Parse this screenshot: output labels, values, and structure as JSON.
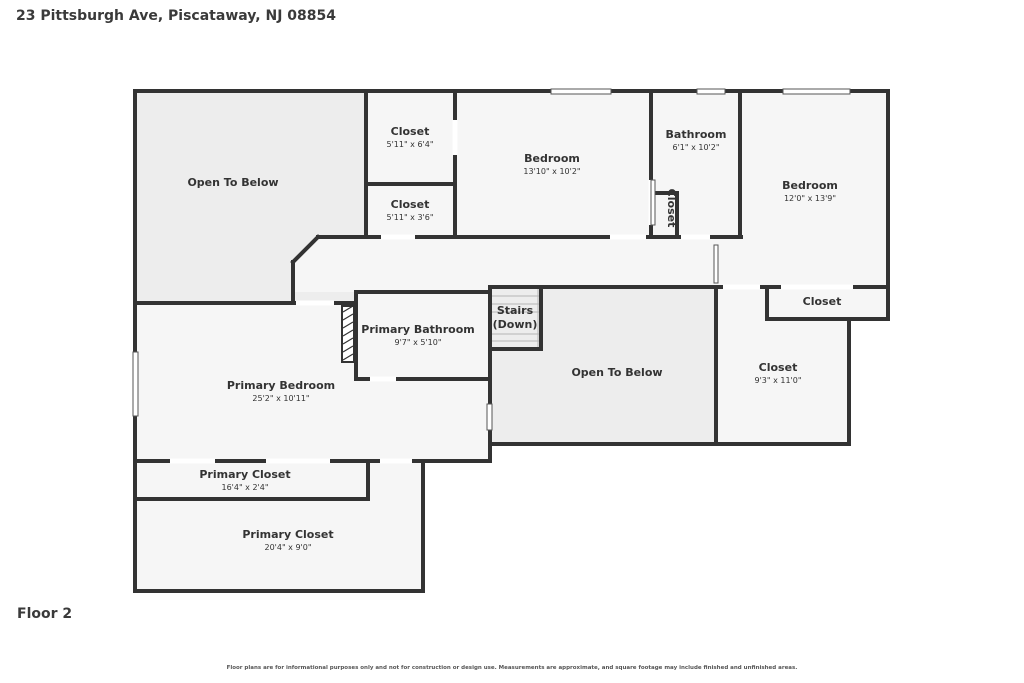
{
  "address": "23 Pittsburgh Ave, Piscataway, NJ 08854",
  "floor_label": "Floor 2",
  "disclaimer": "Floor plans are for informational purposes only and not for construction or design use. Measurements are approximate, and square footage may include finished and unfinished areas.",
  "rooms": {
    "open_to_below_left": {
      "name": "Open To Below"
    },
    "closet_top_1": {
      "name": "Closet",
      "dims": "5'11\" x 6'4\""
    },
    "closet_top_2": {
      "name": "Closet",
      "dims": "5'11\" x 3'6\""
    },
    "bedroom_center": {
      "name": "Bedroom",
      "dims": "13'10\" x 10'2\""
    },
    "bathroom": {
      "name": "Bathroom",
      "dims": "6'1\" x 10'2\""
    },
    "closet_small_vertical": {
      "name": "Closet"
    },
    "bedroom_right": {
      "name": "Bedroom",
      "dims": "12'0\" x 13'9\""
    },
    "closet_right": {
      "name": "Closet"
    },
    "primary_bathroom": {
      "name": "Primary Bathroom",
      "dims": "9'7\" x 5'10\""
    },
    "stairs_line1": {
      "name": "Stairs"
    },
    "stairs_line2": {
      "name": "(Down)"
    },
    "open_to_below_center": {
      "name": "Open To Below"
    },
    "closet_lower_right": {
      "name": "Closet",
      "dims": "9'3\" x 11'0\""
    },
    "primary_bedroom": {
      "name": "Primary Bedroom",
      "dims": "25'2\" x 10'11\""
    },
    "primary_closet_small": {
      "name": "Primary Closet",
      "dims": "16'4\" x 2'4\""
    },
    "primary_closet_large": {
      "name": "Primary Closet",
      "dims": "20'4\" x 9'0\""
    }
  }
}
